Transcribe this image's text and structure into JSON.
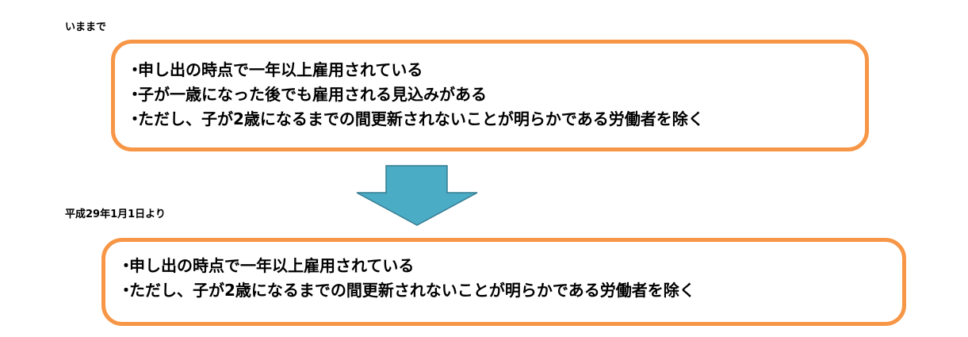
{
  "before": {
    "label": "いままで",
    "items": [
      "申し出の時点で一年以上雇用されている",
      "子が一歳になった後でも雇用される見込みがある",
      "ただし、子が2歳になるまでの間更新されないことが明らかである労働者を除く"
    ]
  },
  "after": {
    "label": "平成29年1月1日より",
    "items": [
      "申し出の時点で一年以上雇用されている",
      "ただし、子が2歳になるまでの間更新されないことが明らかである労働者を除く"
    ]
  },
  "bullet": "・",
  "colors": {
    "box_border": "#f79646",
    "arrow_fill": "#4bacc6",
    "arrow_stroke": "#357d91"
  }
}
